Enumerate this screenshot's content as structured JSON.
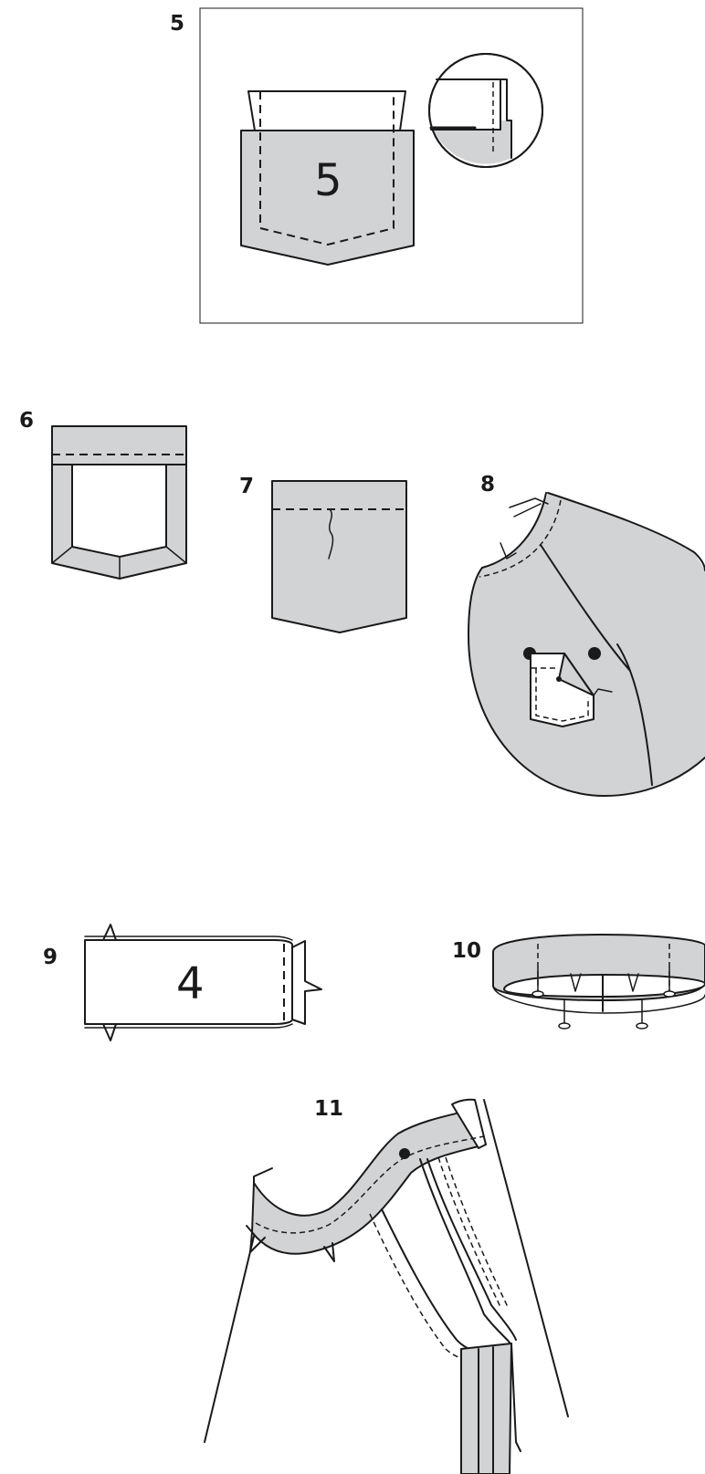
{
  "steps": [
    {
      "number": "5",
      "piece_number": "5"
    },
    {
      "number": "6"
    },
    {
      "number": "7"
    },
    {
      "number": "8"
    },
    {
      "number": "9",
      "piece_number": "4"
    },
    {
      "number": "10"
    },
    {
      "number": "11"
    }
  ],
  "colors": {
    "fabric": "#d2d3d5",
    "outline": "#1a1a1a",
    "background": "#ffffff"
  }
}
